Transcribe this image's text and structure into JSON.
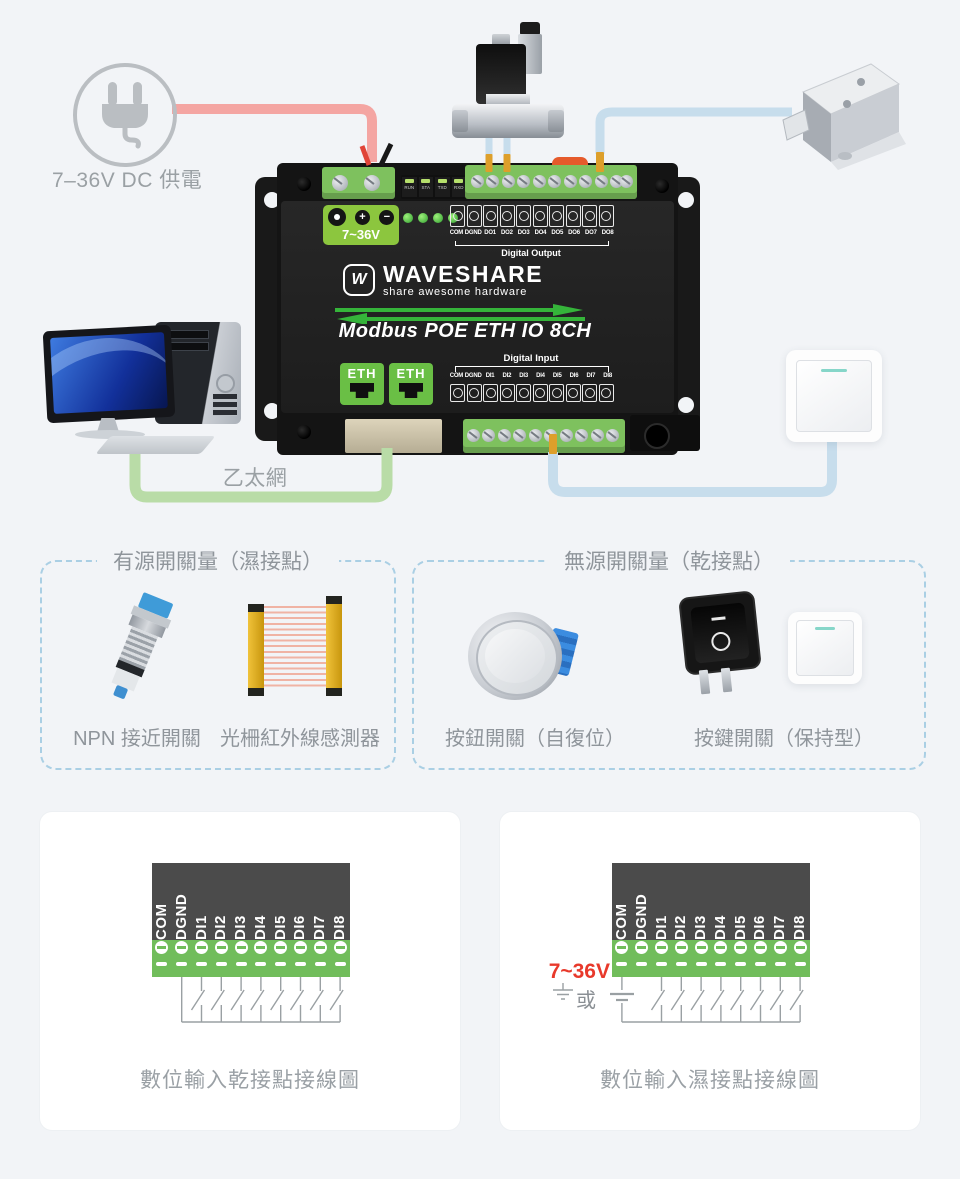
{
  "top": {
    "power_label": "7–36V DC 供電",
    "ethernet_label": "乙太網"
  },
  "device": {
    "logo_glyph": "W",
    "brand": "WAVESHARE",
    "tagline": "share awesome hardware",
    "model": "Modbus POE ETH IO 8CH",
    "power_terminal_label": "7~36V",
    "plus": "+",
    "minus": "−",
    "leds": [
      "RUN",
      "STA",
      "TXD",
      "RXD"
    ],
    "eth_port_label": "ETH",
    "digital_output": {
      "label": "Digital Output",
      "terminals": [
        "COM",
        "DGND",
        "DO1",
        "DO2",
        "DO3",
        "DO4",
        "DO5",
        "DO6",
        "DO7",
        "DO8"
      ]
    },
    "digital_input": {
      "label": "Digital Input",
      "terminals": [
        "COM",
        "DGND",
        "DI1",
        "DI2",
        "DI3",
        "DI4",
        "DI5",
        "DI6",
        "DI7",
        "DI8"
      ]
    }
  },
  "groups": {
    "active": {
      "title": "有源開關量（濕接點）",
      "items": [
        "NPN 接近開關",
        "光柵紅外線感測器"
      ]
    },
    "passive": {
      "title": "無源開關量（乾接點）",
      "items": [
        "按鈕開關（自復位）",
        "按鍵開關（保持型）"
      ]
    }
  },
  "diagrams": {
    "terminals": [
      "COM",
      "DGND",
      "DI1",
      "DI2",
      "DI3",
      "DI4",
      "DI5",
      "DI6",
      "DI7",
      "DI8"
    ],
    "dry": {
      "caption": "數位輸入乾接點接線圖"
    },
    "wet": {
      "caption": "數位輸入濕接點接線圖",
      "voltage": "7~36V",
      "or_label": "或"
    }
  },
  "colors": {
    "background": "#f2f4f7",
    "wire_power_red": "#f4a5a2",
    "wire_signal_blue": "#c7ddec",
    "wire_ethernet_green": "#b9dca7",
    "wire_tip_yellow": "#dd9f2b",
    "terminal_green": "#72c05e",
    "device_panel_green": "#8cc63e",
    "voltage_text_red": "#e8392b",
    "dashed_border_blue": "#aacfe4"
  }
}
